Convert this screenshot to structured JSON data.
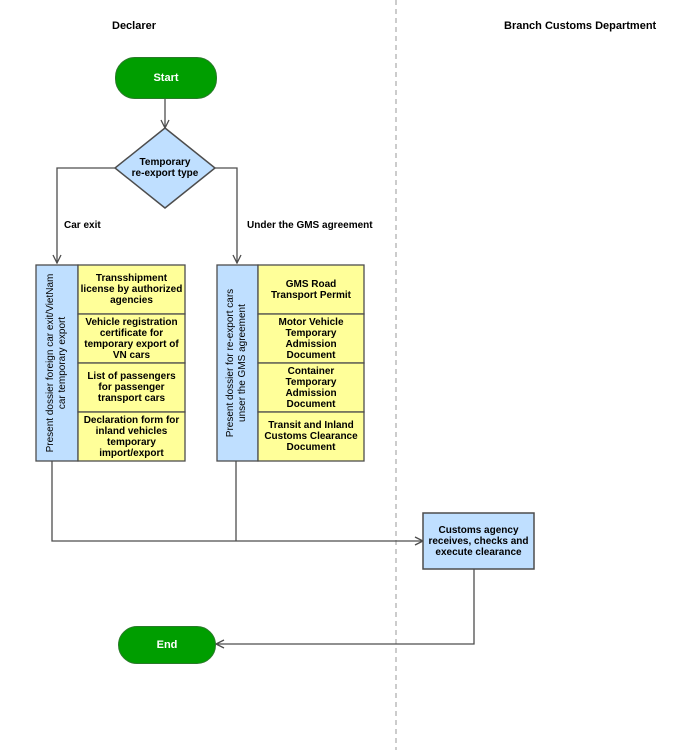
{
  "lanes": {
    "declarer": "Declarer",
    "customs": "Branch Customs Department"
  },
  "start": "Start",
  "decision": "Temporary\nre-export type",
  "edges": {
    "left": "Car exit",
    "right": "Under the GMS agreement"
  },
  "left_group": {
    "title": "Present dossier foreign car exit/VietNam\ncar temporary export",
    "docs": [
      "Transshipment license by authorized agencies",
      "Vehicle registration certificate for temporary export of VN cars",
      "List of passengers for passenger transport cars",
      "Declaration form for inland vehicles temporary import/export"
    ]
  },
  "right_group": {
    "title": "Present dossier for re-export cars\nunser the GMS agreement",
    "docs": [
      "GMS Road Transport Permit",
      "Motor Vehicle Temporary Admission Document",
      "Container Temporary Admission Document",
      "Transit and Inland Customs Clearance Document"
    ]
  },
  "customs_box": "Customs agency receives, checks and execute clearance",
  "end": "End",
  "colors": {
    "terminal": "#009e00",
    "blue_fill": "#bfdfff",
    "yellow_fill": "#ffff99",
    "stroke": "#4d4d4d"
  }
}
